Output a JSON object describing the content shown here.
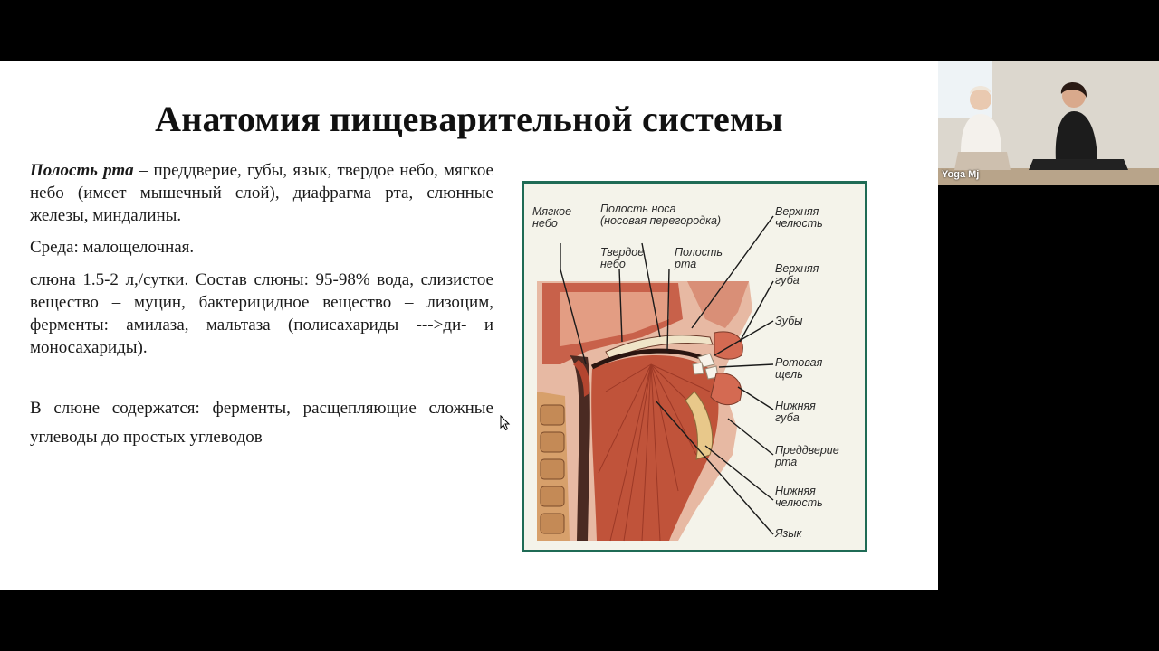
{
  "slide": {
    "title": "Анатомия пищеварительной системы",
    "paragraph1": {
      "term": "Полость рта",
      "text": " – преддверие, губы, язык, твердое небо, мягкое небо (имеет мышечный слой), диафрагма рта, слюнные железы, миндалины."
    },
    "paragraph2": "Среда: малощелочная.",
    "paragraph3": " слюна 1.5-2 л,/сутки. Состав слюны: 95-98% вода, слизистое вещество – муцин, бактерицидное вещество – лизоцим, ферменты: амилаза, мальтаза (полисахариды --->ди- и моносахариды).",
    "paragraph4": "В слюне содержатся: ферменты, расщепляющие сложные углеводы до простых углеводов"
  },
  "diagram": {
    "labels": {
      "soft_palate": [
        "Мягкое",
        "небо"
      ],
      "nasal_cavity": [
        "Полость носа",
        "(носовая перегородка)"
      ],
      "hard_palate": [
        "Твердое",
        "небо"
      ],
      "oral_cavity": [
        "Полость",
        "рта"
      ],
      "upper_jaw": [
        "Верхняя",
        "челюсть"
      ],
      "upper_lip": [
        "Верхняя",
        "губа"
      ],
      "teeth": "Зубы",
      "oral_fissure": [
        "Ротовая",
        "щель"
      ],
      "lower_lip": [
        "Нижняя",
        "губа"
      ],
      "vestibule": [
        "Преддверие",
        "рта"
      ],
      "lower_jaw": [
        "Нижняя",
        "челюсть"
      ],
      "tongue": "Язык"
    }
  },
  "video": {
    "participant_name": "Yoga Mj"
  },
  "colors": {
    "frame": "#1f6b55",
    "tissue": "#c0533a",
    "muscle": "#b3452f"
  }
}
